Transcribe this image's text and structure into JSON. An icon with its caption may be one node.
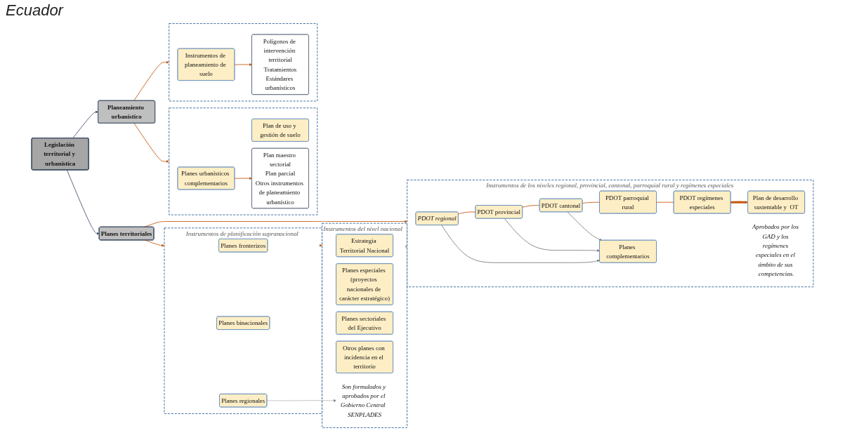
{
  "diagram": {
    "title": "Ecuador",
    "nodes": [
      {
        "text": [
          "Legislación territorial y urbanística"
        ]
      },
      {
        "text": [
          "Planes territoriales"
        ]
      },
      {
        "text": [
          "Planeamiento urbanístico"
        ]
      },
      {
        "text": [
          "Instrumentos de planificación supranacional"
        ]
      },
      {
        "text": [
          "Planes fronterizos"
        ],
        "in": 3
      },
      {
        "text": [
          "Planes binacionales"
        ],
        "in": 3
      },
      {
        "text": [
          "Planes regionales"
        ],
        "in": 3
      },
      {
        "text": [
          "Instrumentos del nivel nacional"
        ]
      },
      {
        "text": [
          "Estrategia Territorial Nacional"
        ],
        "in": 7
      },
      {
        "text": [
          "Planes especiales (proyectos nacionales de carácter estratégico)"
        ],
        "in": 7
      },
      {
        "text": [
          "Planes sectoriales del Ejecutivo"
        ],
        "in": 7
      },
      {
        "text": [
          "Otros planes con incidencia en el territorio"
        ],
        "in": 7
      },
      {
        "text": [
          "Son formulados y aprobados por el Gobierno Central  SENPLADES"
        ],
        "in": 7
      },
      {
        "text": [
          "Instrumentos de los niveles regional, provincial, cantonal, parroquial rural y regímenes especiales"
        ]
      },
      {
        "text": [
          "PDOT regional"
        ],
        "in": 13
      },
      {
        "text": [
          "PDOT provincial"
        ],
        "in": 13
      },
      {
        "text": [
          "PDOT cantonal"
        ],
        "in": 13
      },
      {
        "text": [
          "PDOT parroquial rural"
        ],
        "in": 13
      },
      {
        "text": [
          "PDOT regímenes especiales"
        ],
        "in": 13
      },
      {
        "text": [
          "Plan de desarrollo sustentable y  OT"
        ],
        "in": 13
      },
      {
        "text": [
          "Planes complementarios"
        ],
        "in": 13
      },
      {
        "text": [
          "Aprobados por los GAD y los regímenes especiales en el ámbito de sus competencias."
        ],
        "in": 13
      },
      {
        "text": [],
        "shape": "box"
      },
      {
        "text": [
          "Plan de uso y gestión de suelo"
        ],
        "in": 22
      },
      {
        "text": [
          "Planes urbanísticos complementarios"
        ],
        "in": 22
      },
      {
        "text": [
          "Plan maestro sectorial",
          "Plan parcial",
          "Otros instrumentos de planeamiento urbanístico"
        ],
        "in": 22
      },
      {
        "text": [],
        "shape": "box"
      },
      {
        "text": [
          "Instrumentos de planeamiento de suelo"
        ],
        "in": 26
      },
      {
        "text": [
          "Polígonos de intervención territorial",
          "Tratamientos",
          "Estándares urbanísticos"
        ],
        "in": 26
      }
    ],
    "edges": [
      {
        "from": 0,
        "to": 1,
        "arrow": "to",
        "color": "#44546a"
      },
      {
        "from": 0,
        "to": 2,
        "arrow": "to",
        "color": "#44546a"
      },
      {
        "from": 1,
        "to": 3,
        "arrow": "to"
      },
      {
        "from": 1,
        "to": 13,
        "arrow": "to"
      },
      {
        "from": 3,
        "to": 7,
        "arrow": "to"
      },
      {
        "from": 6,
        "to": 12,
        "arrow": "to",
        "style": "dashed",
        "color": "#7f7f7f"
      },
      {
        "from": 7,
        "to": 13,
        "arrow": "to",
        "style": "thick",
        "color": "#a6a6a6"
      },
      {
        "from": 14,
        "to": 15,
        "arrow": "none"
      },
      {
        "from": 15,
        "to": 16,
        "arrow": "none"
      },
      {
        "from": 16,
        "to": 17,
        "arrow": "none"
      },
      {
        "from": 17,
        "to": 18,
        "arrow": "none"
      },
      {
        "from": 18,
        "to": 19,
        "arrow": "to",
        "style": "thick"
      },
      {
        "from": 14,
        "to": 20,
        "arrow": "to",
        "color": "#7f7f7f"
      },
      {
        "from": 15,
        "to": 20,
        "arrow": "to",
        "color": "#7f7f7f"
      },
      {
        "from": 16,
        "to": 20,
        "arrow": "to",
        "color": "#7f7f7f"
      },
      {
        "from": 2,
        "to": 22,
        "arrow": "to"
      },
      {
        "from": 2,
        "to": 26,
        "arrow": "to"
      },
      {
        "from": 24,
        "to": 25,
        "arrow": "to"
      },
      {
        "from": 27,
        "to": 28,
        "arrow": "to"
      }
    ]
  }
}
